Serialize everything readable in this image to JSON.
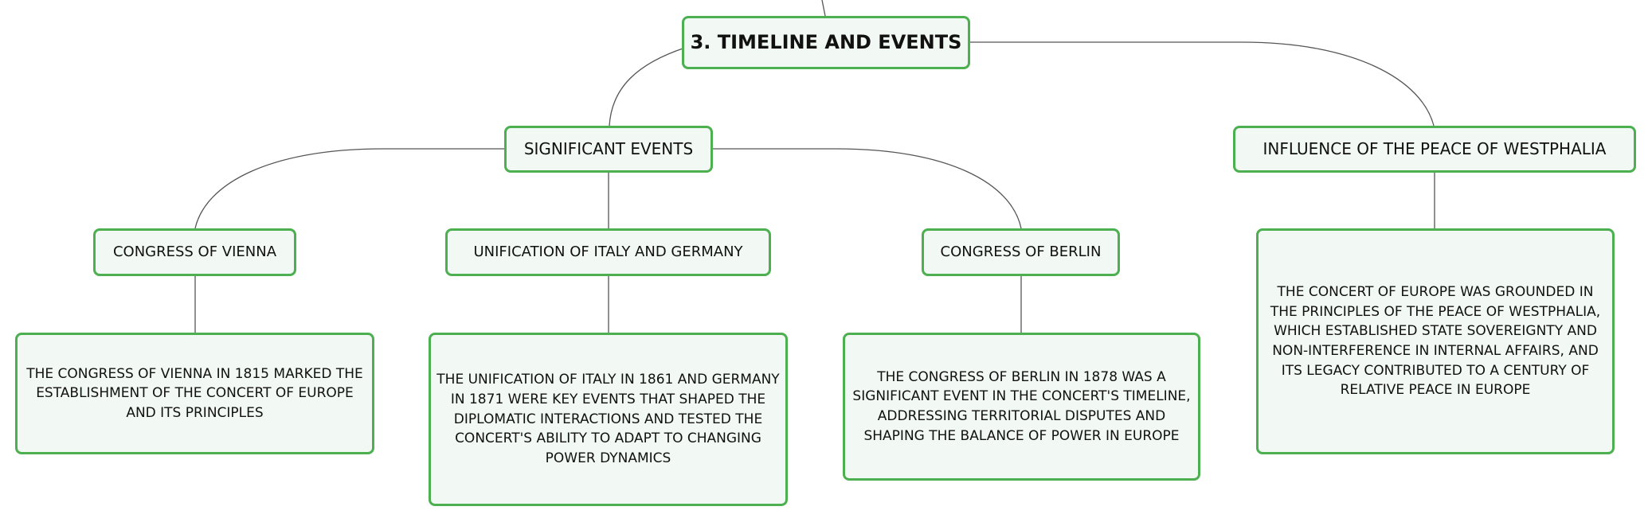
{
  "root": {
    "label": "3. TIMELINE AND EVENTS"
  },
  "significant_events": {
    "label": "SIGNIFICANT EVENTS",
    "children": [
      {
        "label": "CONGRESS OF VIENNA",
        "detail": "THE CONGRESS OF VIENNA IN 1815 MARKED THE ESTABLISHMENT OF THE CONCERT OF EUROPE AND ITS PRINCIPLES"
      },
      {
        "label": "UNIFICATION OF ITALY AND GERMANY",
        "detail": "THE UNIFICATION OF ITALY IN 1861 AND GERMANY IN 1871 WERE KEY EVENTS THAT SHAPED THE DIPLOMATIC INTERACTIONS AND TESTED THE CONCERT'S ABILITY TO ADAPT TO CHANGING POWER DYNAMICS"
      },
      {
        "label": "CONGRESS OF BERLIN",
        "detail": "THE CONGRESS OF BERLIN IN 1878 WAS A SIGNIFICANT EVENT IN THE CONCERT'S TIMELINE, ADDRESSING TERRITORIAL DISPUTES AND SHAPING THE BALANCE OF POWER IN EUROPE"
      }
    ]
  },
  "influence": {
    "label": "INFLUENCE OF THE PEACE OF WESTPHALIA",
    "detail": "THE CONCERT OF EUROPE WAS GROUNDED IN THE PRINCIPLES OF THE PEACE OF WESTPHALIA, WHICH ESTABLISHED STATE SOVEREIGNTY AND NON-INTERFERENCE IN INTERNAL AFFAIRS, AND ITS LEGACY CONTRIBUTED TO A CENTURY OF RELATIVE PEACE IN EUROPE"
  },
  "colors": {
    "node_border": "#4cb050",
    "node_fill": "#f2f8f3",
    "connector": "#555555",
    "text": "#111111"
  }
}
